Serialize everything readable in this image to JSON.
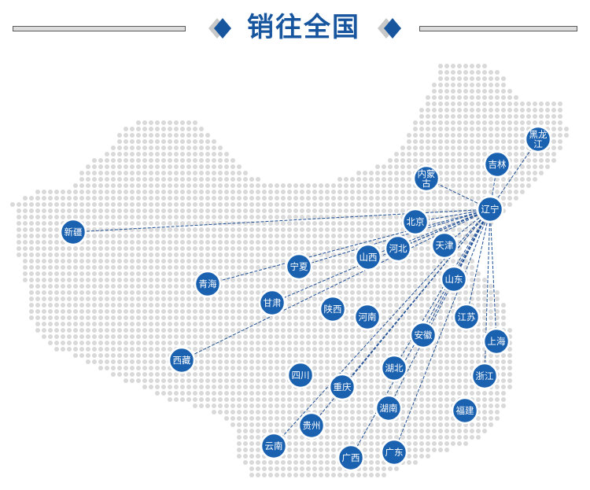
{
  "header": {
    "title": "销往全国"
  },
  "colors": {
    "accent": "#17569f",
    "node_fill": "#1a61b0",
    "node_ring": "#ffffff",
    "dot": "#d9d9d9",
    "line": "#1e4f96"
  },
  "hub": "辽宁",
  "provinces": [
    {
      "id": "heilongjiang",
      "label": [
        "黑龙",
        "江"
      ]
    },
    {
      "id": "jilin",
      "label": [
        "吉林"
      ]
    },
    {
      "id": "neimenggu",
      "label": [
        "内蒙",
        "古"
      ]
    },
    {
      "id": "liaoning",
      "label": [
        "辽宁"
      ]
    },
    {
      "id": "xinjiang",
      "label": [
        "新疆"
      ]
    },
    {
      "id": "beijing",
      "label": [
        "北京"
      ]
    },
    {
      "id": "tianjin",
      "label": [
        "天津"
      ]
    },
    {
      "id": "hebei",
      "label": [
        "河北"
      ]
    },
    {
      "id": "shanxi",
      "label": [
        "山西"
      ]
    },
    {
      "id": "ningxia",
      "label": [
        "宁夏"
      ]
    },
    {
      "id": "qinghai",
      "label": [
        "青海"
      ]
    },
    {
      "id": "gansu",
      "label": [
        "甘肃"
      ]
    },
    {
      "id": "shaanxi",
      "label": [
        "陕西"
      ]
    },
    {
      "id": "henan",
      "label": [
        "河南"
      ]
    },
    {
      "id": "shandong",
      "label": [
        "山东"
      ]
    },
    {
      "id": "jiangsu",
      "label": [
        "江苏"
      ]
    },
    {
      "id": "shanghai",
      "label": [
        "上海"
      ]
    },
    {
      "id": "anhui",
      "label": [
        "安徽"
      ]
    },
    {
      "id": "zhejiang",
      "label": [
        "浙江"
      ]
    },
    {
      "id": "xizang",
      "label": [
        "西藏"
      ]
    },
    {
      "id": "sichuan",
      "label": [
        "四川"
      ]
    },
    {
      "id": "chongqing",
      "label": [
        "重庆"
      ]
    },
    {
      "id": "hubei",
      "label": [
        "湖北"
      ]
    },
    {
      "id": "hunan",
      "label": [
        "湖南"
      ]
    },
    {
      "id": "fujian",
      "label": [
        "福建"
      ]
    },
    {
      "id": "guizhou",
      "label": [
        "贵州"
      ]
    },
    {
      "id": "yunnan",
      "label": [
        "云南"
      ]
    },
    {
      "id": "guangxi",
      "label": [
        "广西"
      ]
    },
    {
      "id": "guangdong",
      "label": [
        "广东"
      ]
    }
  ],
  "connections": [
    "heilongjiang",
    "jilin",
    "neimenggu",
    "xinjiang",
    "beijing",
    "tianjin",
    "hebei",
    "shanxi",
    "ningxia",
    "qinghai",
    "gansu",
    "xizang",
    "shandong",
    "jiangsu",
    "shanghai",
    "zhejiang",
    "anhui",
    "hubei",
    "chongqing",
    "hunan",
    "guizhou",
    "yunnan",
    "guangxi",
    "guangdong"
  ]
}
